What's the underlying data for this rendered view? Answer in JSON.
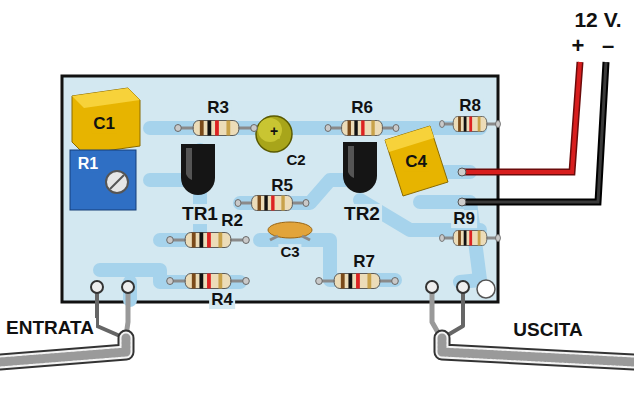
{
  "diagram": {
    "labels": [
      "12 V.",
      "+",
      "–",
      "C1",
      "R3",
      "+",
      "C2",
      "R6",
      "R8",
      "C4",
      "R1",
      "TR1",
      "R5",
      "TR2",
      "R2",
      "C3",
      "R9",
      "R4",
      "R7",
      "ENTRATA",
      "USCITA"
    ]
  }
}
